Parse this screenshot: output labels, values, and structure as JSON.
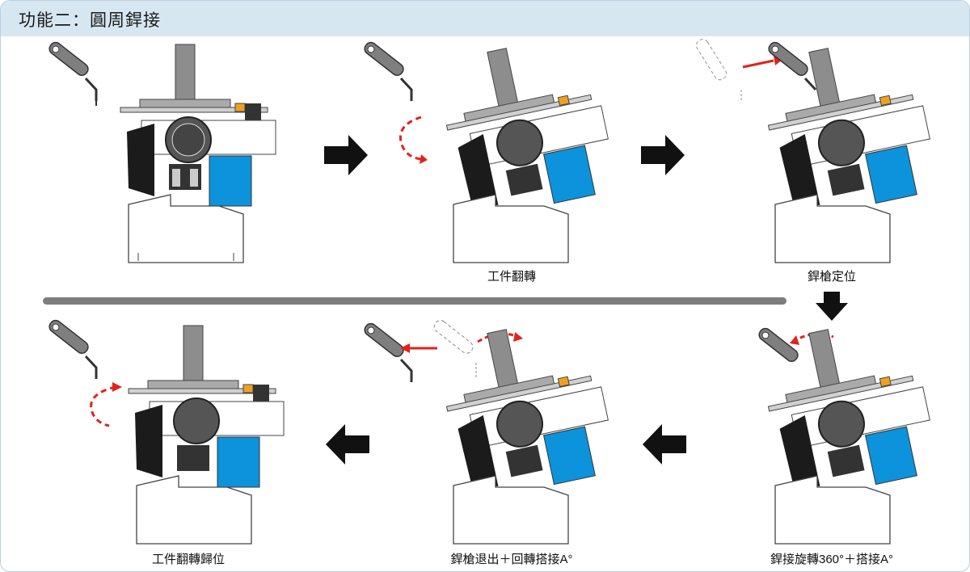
{
  "header": {
    "title": "功能二：圓周銲接"
  },
  "steps": [
    {
      "caption": ""
    },
    {
      "caption": "工件翻轉"
    },
    {
      "caption": "銲槍定位"
    },
    {
      "caption": "銲接旋轉360°＋搭接A°"
    },
    {
      "caption": "銲槍退出＋回轉搭接A°"
    },
    {
      "caption": "工件翻轉歸位"
    }
  ],
  "colors": {
    "header_bg": "#d7e7f1",
    "accent_red": "#e0231c",
    "motor_blue": "#0c93dc",
    "gear_black": "#1b1b1b",
    "shaft_gray": "#8d8d8d",
    "sensor_orange": "#f0a020"
  }
}
